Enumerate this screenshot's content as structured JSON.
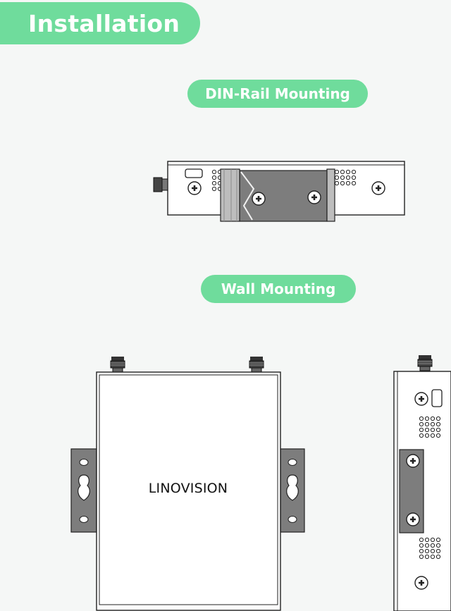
{
  "header": {
    "title": "Installation"
  },
  "sections": {
    "din_rail": {
      "label": "DIN-Rail Mounting"
    },
    "wall": {
      "label": "Wall Mounting"
    }
  },
  "device": {
    "brand": "LINOVISION"
  },
  "colors": {
    "accent": "#6fdc9c",
    "bracket": "#7d7d7d",
    "rail": "#bdbdbd",
    "outline": "#222222"
  }
}
